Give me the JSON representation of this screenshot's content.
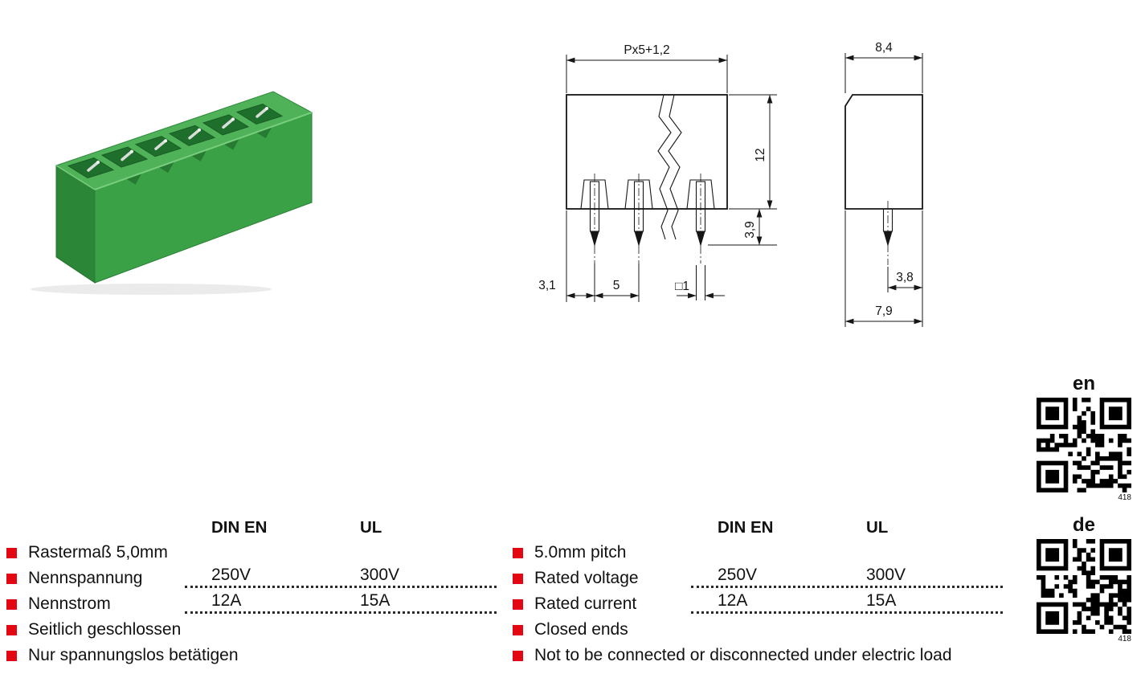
{
  "colors": {
    "bullet_red": "#e30613",
    "connector_green": "#3aa146",
    "line_black": "#161616"
  },
  "drawing": {
    "front_view": {
      "dim_top": "Px5+1,2",
      "dim_height": "12",
      "dim_pin_length": "3,9",
      "dim_left_offset": "3,1",
      "dim_pitch": "5",
      "dim_pin_square": "□1"
    },
    "side_view": {
      "dim_top": "8,4",
      "dim_pin": "3,8",
      "dim_bottom": "7,9"
    }
  },
  "specs_de": {
    "headers": {
      "col1": "DIN EN",
      "col2": "UL"
    },
    "rows": [
      {
        "label": "Rastermaß 5,0mm"
      },
      {
        "label": "Nennspannung",
        "din_en": "250V",
        "ul": "300V"
      },
      {
        "label": "Nennstrom",
        "din_en": "12A",
        "ul": "15A"
      },
      {
        "label": "Seitlich geschlossen"
      },
      {
        "label": "Nur spannungslos betätigen"
      }
    ]
  },
  "specs_en": {
    "headers": {
      "col1": "DIN EN",
      "col2": "UL"
    },
    "rows": [
      {
        "label": "5.0mm pitch"
      },
      {
        "label": "Rated voltage",
        "din_en": "250V",
        "ul": "300V"
      },
      {
        "label": "Rated current",
        "din_en": "12A",
        "ul": "15A"
      },
      {
        "label": "Closed ends"
      },
      {
        "label": "Not to be connected or disconnected under electric load"
      }
    ]
  },
  "qr": {
    "en": {
      "label": "en",
      "caption": "418"
    },
    "de": {
      "label": "de",
      "caption": "418"
    }
  }
}
